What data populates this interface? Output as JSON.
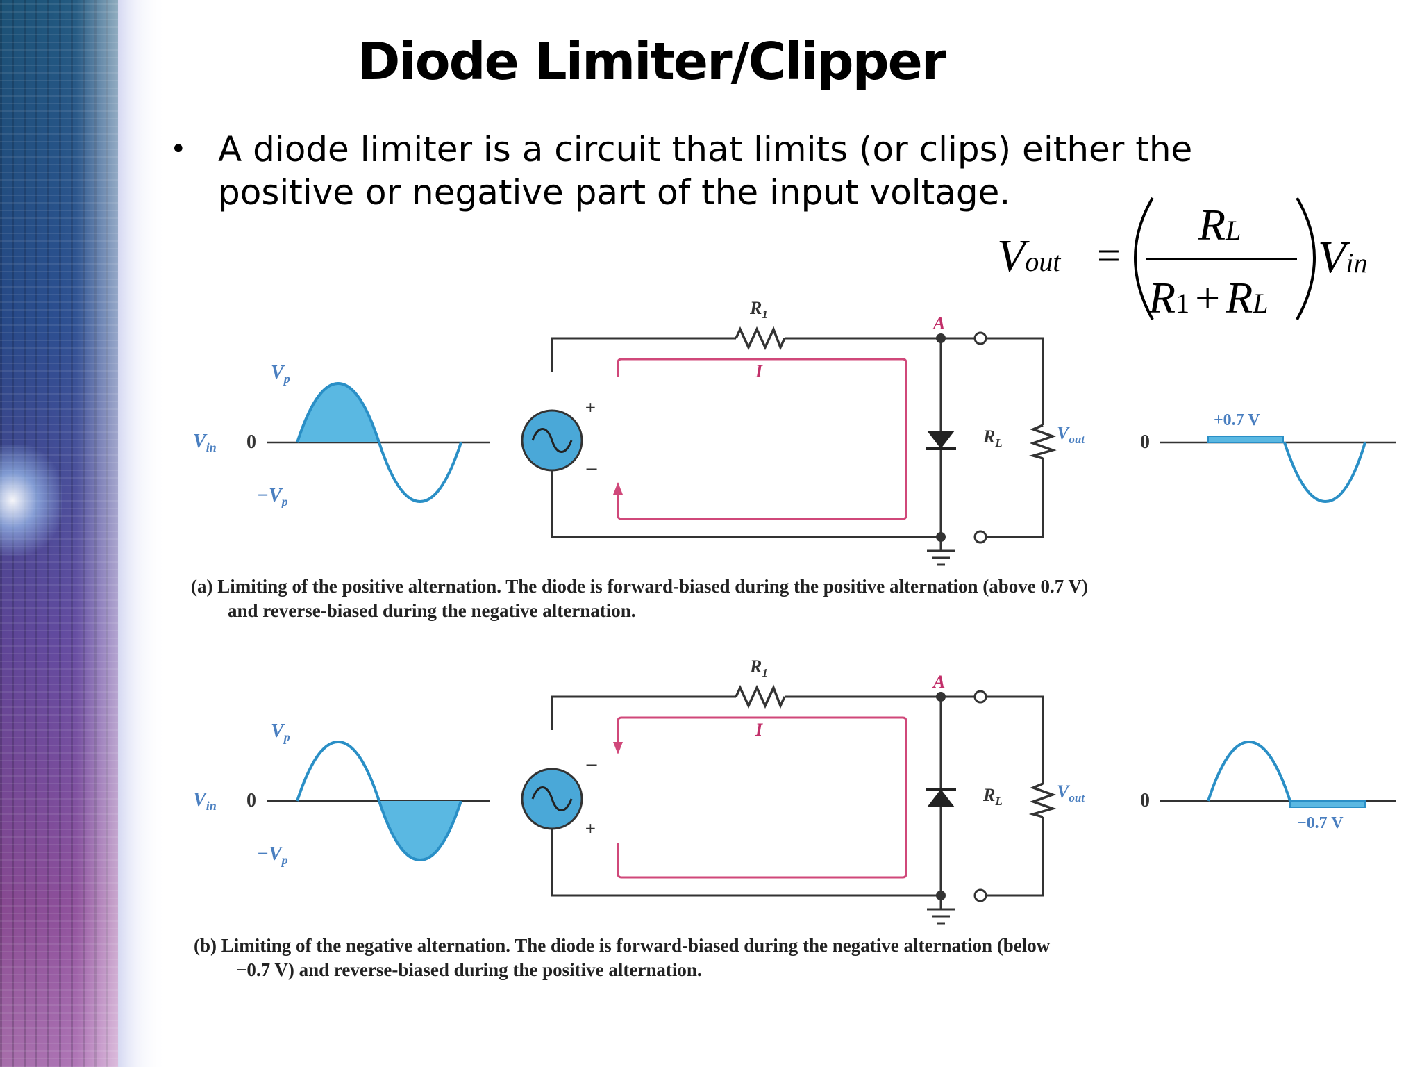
{
  "slide": {
    "title": "Diode Limiter/Clipper",
    "bullet": "A diode limiter is a circuit that limits (or clips) either the positive or negative part of the input voltage."
  },
  "formula": {
    "lhs_main": "V",
    "lhs_sub": "out",
    "equals": "=",
    "num_main": "R",
    "num_sub": "L",
    "den_r1_main": "R",
    "den_r1_sub": "1",
    "den_plus": "+",
    "den_rl_main": "R",
    "den_rl_sub": "L",
    "rhs_main": "V",
    "rhs_sub": "in"
  },
  "circuits": [
    {
      "id": "a",
      "input_labels": {
        "vp": "V",
        "vp_sub": "p",
        "vin": "V",
        "vin_sub": "in",
        "zero": "0",
        "neg_vp": "−V",
        "neg_vp_sub": "p"
      },
      "labels": {
        "r1": "R",
        "r1_sub": "1",
        "node": "A",
        "current": "I",
        "rl": "R",
        "rl_sub": "L",
        "vout": "V",
        "vout_sub": "out",
        "source_top": "+",
        "source_bottom": "−"
      },
      "output_labels": {
        "zero": "0",
        "clip": "+0.7 V"
      },
      "caption_line1": "(a) Limiting of the positive alternation. The diode is forward-biased during the positive alternation (above 0.7 V)",
      "caption_line2": "and reverse-biased during the negative alternation."
    },
    {
      "id": "b",
      "input_labels": {
        "vp": "V",
        "vp_sub": "p",
        "vin": "V",
        "vin_sub": "in",
        "zero": "0",
        "neg_vp": "−V",
        "neg_vp_sub": "p"
      },
      "labels": {
        "r1": "R",
        "r1_sub": "1",
        "node": "A",
        "current": "I",
        "rl": "R",
        "rl_sub": "L",
        "vout": "V",
        "vout_sub": "out",
        "source_top": "−",
        "source_bottom": "+"
      },
      "output_labels": {
        "zero": "0",
        "clip": "−0.7 V"
      },
      "caption_line1": "(b) Limiting of the negative alternation. The diode is forward-biased during the negative alternation (below",
      "caption_line2": "−0.7 V) and reverse-biased during the positive alternation."
    }
  ],
  "colors": {
    "wire": "#333333",
    "current_path": "#d0487a",
    "label_pink": "#c2306a",
    "wave": "#2a8fc6",
    "wave_fill": "#5ab8e2",
    "source_fill": "#4aa8d8",
    "label_blue": "#4a7fc0"
  }
}
